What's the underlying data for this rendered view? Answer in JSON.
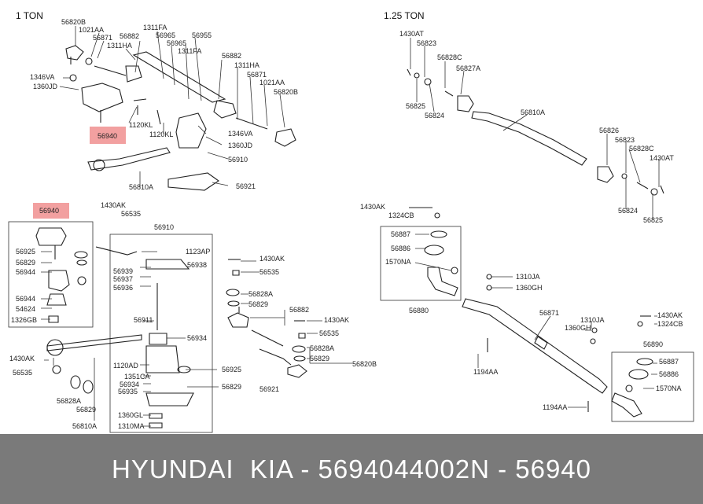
{
  "sections": {
    "left": "1 TON",
    "right": "1.25 TON"
  },
  "highlighted_part": "56940",
  "labels": {
    "l1": "56820B",
    "l2": "1021AA",
    "l3": "56871",
    "l4": "56882",
    "l5": "1311HA",
    "l6": "1311FA",
    "l7": "56965",
    "l8": "56965",
    "l9": "56955",
    "l10": "1311FA",
    "l11": "1346VA",
    "l12": "1360JD",
    "l13": "1120KL",
    "l14": "1120KL",
    "l15": "56940",
    "l16": "56882",
    "l17": "1311HA",
    "l18": "56871",
    "l19": "1021AA",
    "l20": "56820B",
    "l21": "1346VA",
    "l22": "1360JD",
    "l23": "56910",
    "l24": "56810A",
    "l25": "56921",
    "d1": "56940",
    "d2": "1430AK",
    "d3": "56535",
    "d4": "56910",
    "d5": "1123AP",
    "d6": "56925",
    "d7": "56829",
    "d8": "56944",
    "d9": "56939",
    "d10": "56938",
    "d11": "56937",
    "d12": "56936",
    "d13": "56944",
    "d14": "54624",
    "d15": "1326GB",
    "d16": "1430AK",
    "d17": "56535",
    "d18": "56828A",
    "d19": "56829",
    "d20": "56882",
    "d21": "1430AK",
    "d22": "56535",
    "d23": "56911",
    "d24": "56934",
    "d25": "1430AK",
    "d26": "56535",
    "d27": "1120AD",
    "d28": "1351CA",
    "d29": "56934",
    "d30": "56935",
    "d31": "56925",
    "d32": "56829",
    "d33": "56828A",
    "d34": "56829",
    "d35": "56820B",
    "d36": "56921",
    "d37": "56828A",
    "d38": "56829",
    "d39": "56810A",
    "d40": "1360GL",
    "d41": "1310MA",
    "r1": "1430AT",
    "r2": "56823",
    "r3": "56828C",
    "r4": "56827A",
    "r5": "56825",
    "r6": "56824",
    "r7": "56810A",
    "r8": "56826",
    "r9": "56823",
    "r10": "56828C",
    "r11": "1430AT",
    "r12": "56824",
    "r13": "56825",
    "e1": "1430AK",
    "e2": "1324CB",
    "e3": "56887",
    "e4": "56886",
    "e5": "1570NA",
    "e6": "56880",
    "e7": "1310JA",
    "e8": "1360GH",
    "e9": "56871",
    "e10": "1310JA",
    "e11": "1360GH",
    "e12": "1194AA",
    "e13": "1430AK",
    "e14": "1324CB",
    "e15": "56890",
    "e16": "56887",
    "e17": "56886",
    "e18": "1570NA",
    "e19": "1194AA"
  },
  "footer": {
    "brand": "HYUNDAI  KIA - 5694044002",
    "part": "N - 56940"
  },
  "colors": {
    "highlight": "#f08f8f",
    "footer_bg": "#7a7a7a"
  }
}
